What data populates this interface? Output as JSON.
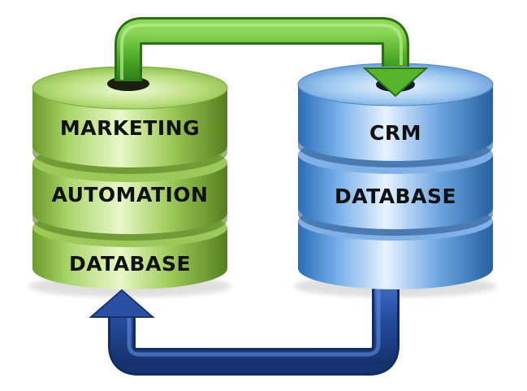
{
  "diagram": {
    "marketing_db": {
      "labels": [
        "MARKETING",
        "AUTOMATION",
        "DATABASE"
      ],
      "color": "#8dc63f"
    },
    "crm_db": {
      "labels": [
        "CRM",
        "DATABASE"
      ],
      "color": "#3f8fd8"
    },
    "connectors": {
      "top_arrow": {
        "from": "marketing_db",
        "to": "crm_db",
        "color": "#5fb32e"
      },
      "bottom_arrow": {
        "from": "crm_db",
        "to": "marketing_db",
        "color": "#2a4fa3"
      }
    }
  }
}
